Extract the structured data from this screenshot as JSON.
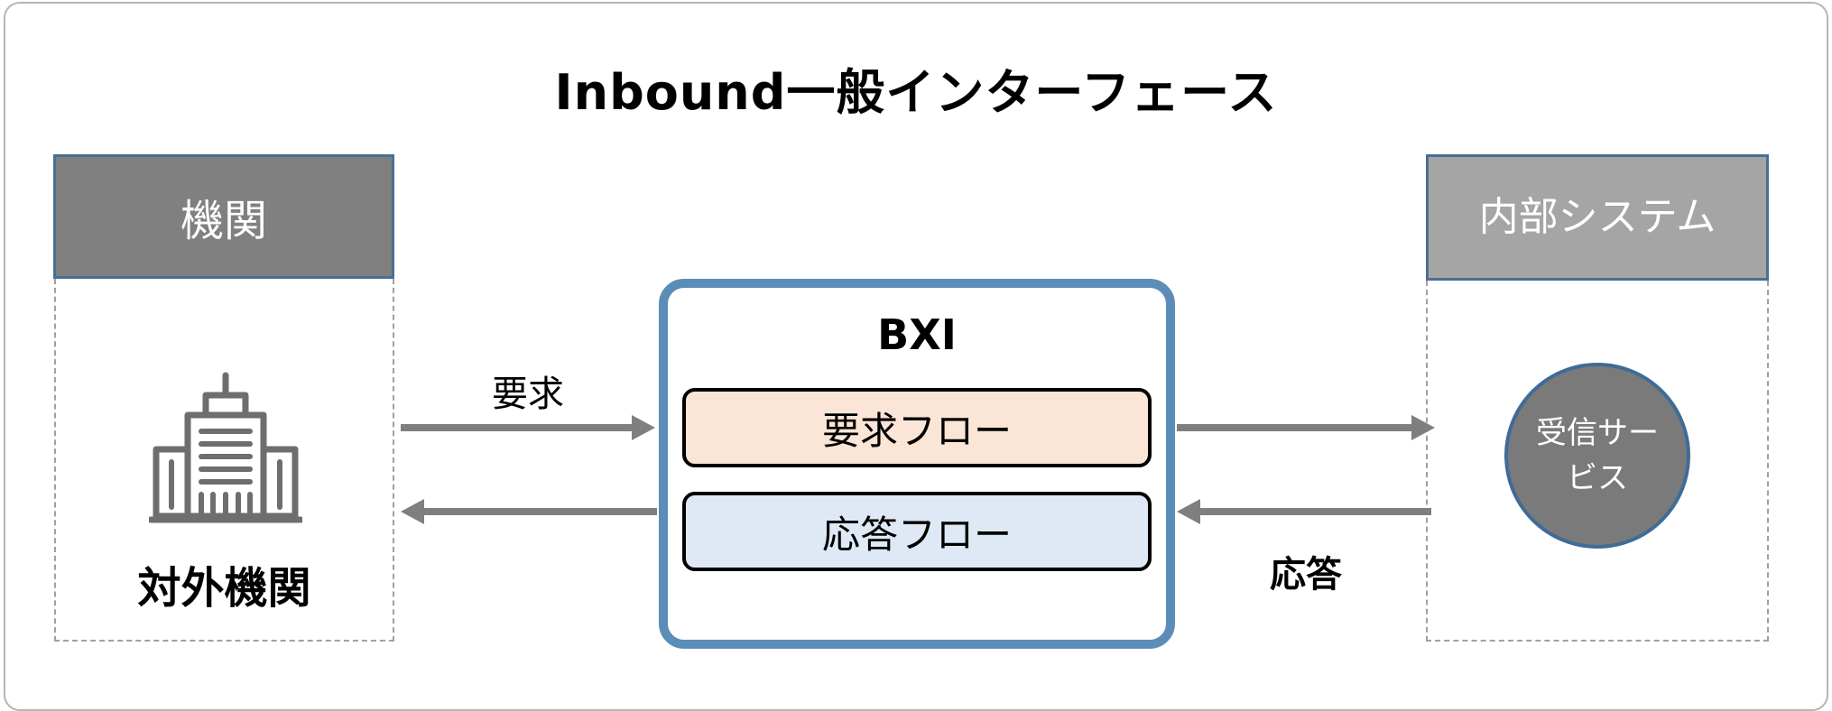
{
  "title": "Inbound一般インターフェース",
  "left_panel": {
    "header": "機関",
    "label": "対外機関",
    "icon": "building-icon"
  },
  "right_panel": {
    "header": "内部システム",
    "service": "受信サービス"
  },
  "center": {
    "title": "BXI",
    "request_flow": "要求フロー",
    "response_flow": "応答フロー"
  },
  "arrows": {
    "request_label": "要求",
    "response_label": "応答"
  },
  "colors": {
    "frame_border": "#b5b5b5",
    "left_header_fill": "#808080",
    "right_header_fill": "#a5a5a5",
    "panel_border": "#4a6f96",
    "bxi_border": "#5b8db8",
    "request_flow_fill": "#fbe5d7",
    "response_flow_fill": "#dfe9f5",
    "service_fill": "#7a7a7a",
    "arrow": "#7f7f7f"
  }
}
